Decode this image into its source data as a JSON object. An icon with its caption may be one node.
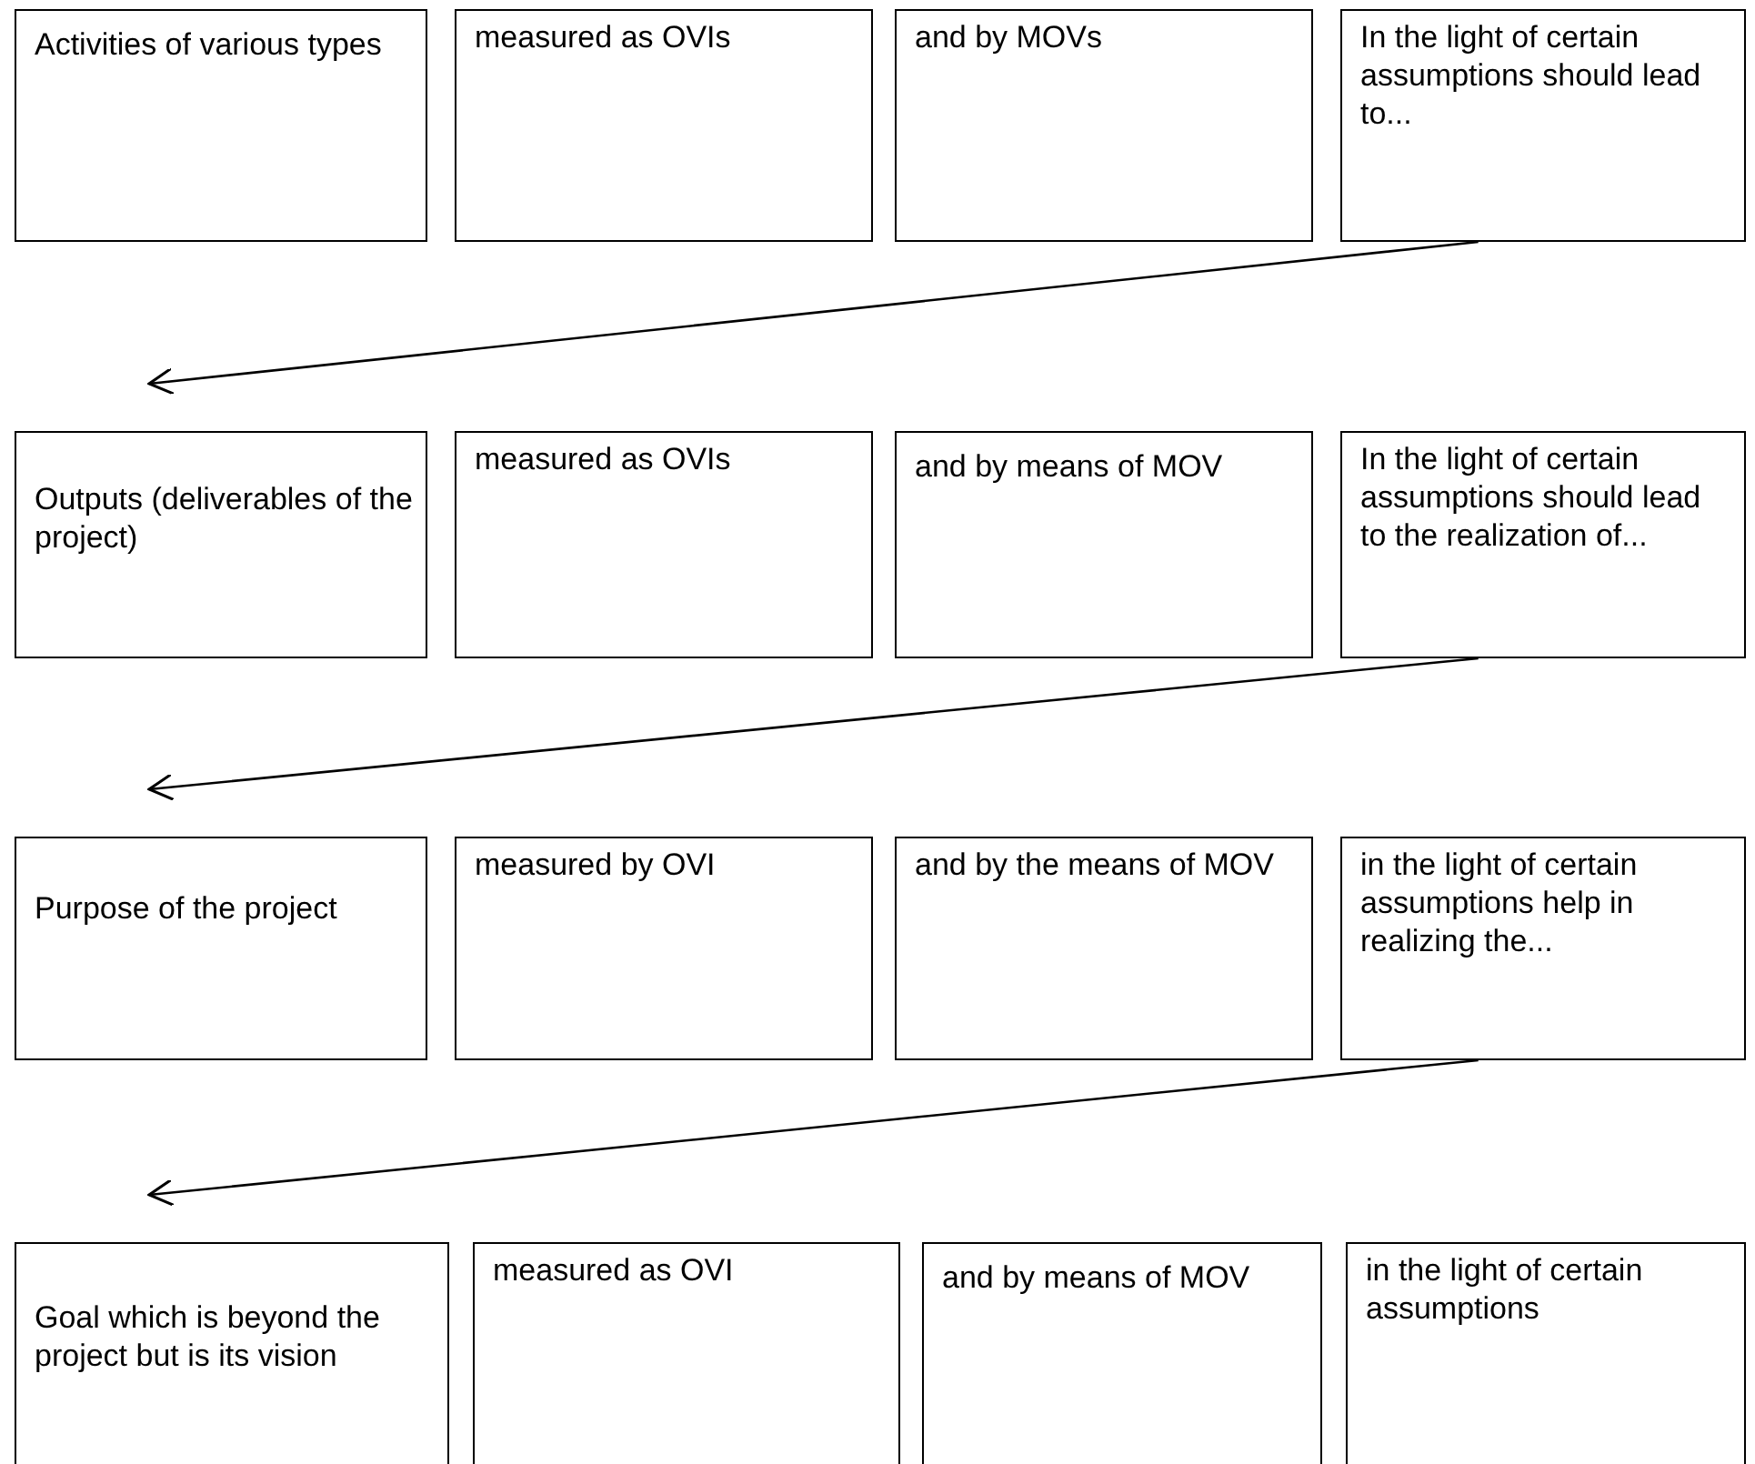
{
  "diagram": {
    "nodes": [
      {
        "text": [
          "Activities of various types"
        ]
      },
      {
        "text": [
          "measured as OVIs"
        ]
      },
      {
        "text": [
          "and by MOVs"
        ]
      },
      {
        "text": [
          "In the light of certain assumptions should lead to..."
        ]
      },
      {
        "text": [
          "Outputs (deliverables of the project)"
        ]
      },
      {
        "text": [
          "measured as OVIs"
        ]
      },
      {
        "text": [
          "and by means of MOV"
        ]
      },
      {
        "text": [
          "In the light of certain assumptions should lead to the realization of..."
        ]
      },
      {
        "text": [
          "Purpose of the project"
        ]
      },
      {
        "text": [
          "measured by OVI"
        ]
      },
      {
        "text": [
          "and by the means of MOV"
        ]
      },
      {
        "text": [
          "in the light of certain assumptions help in realizing the..."
        ]
      },
      {
        "text": [
          "Goal which is beyond the project but is its vision"
        ]
      },
      {
        "text": [
          "measured as OVI"
        ]
      },
      {
        "text": [
          "and by means of MOV"
        ]
      },
      {
        "text": [
          "in the light of certain assumptions"
        ]
      }
    ],
    "edges": [
      {
        "from": 3,
        "to": 4,
        "arrow": "to"
      },
      {
        "from": 7,
        "to": 8,
        "arrow": "to"
      },
      {
        "from": 11,
        "to": 12,
        "arrow": "to"
      }
    ]
  }
}
